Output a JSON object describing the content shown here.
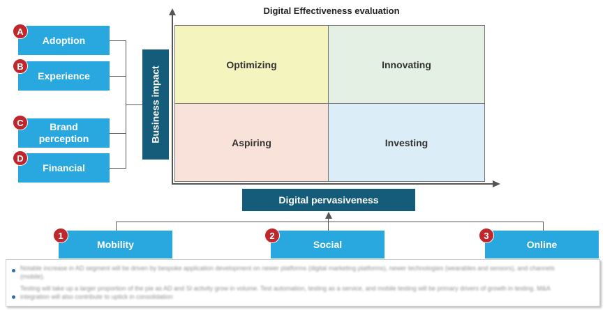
{
  "title": "Digital Effectiveness evaluation",
  "y_axis_label": "Business impact",
  "x_axis_label": "Digital pervasiveness",
  "quadrants": [
    {
      "label": "Optimizing",
      "color": "#f3f4be"
    },
    {
      "label": "Innovating",
      "color": "#e3f0e3"
    },
    {
      "label": "Aspiring",
      "color": "#f9e2da"
    },
    {
      "label": "Investing",
      "color": "#dbeef7"
    }
  ],
  "left_items": [
    {
      "badge": "A",
      "label": "Adoption"
    },
    {
      "badge": "B",
      "label": "Experience"
    },
    {
      "badge": "C",
      "label": "Brand perception"
    },
    {
      "badge": "D",
      "label": "Financial"
    }
  ],
  "bottom_items": [
    {
      "badge": "1",
      "label": "Mobility"
    },
    {
      "badge": "2",
      "label": "Social"
    },
    {
      "badge": "3",
      "label": "Online"
    }
  ],
  "notes": [
    "Notable increase in AD segment will be driven by bespoke application development on newer platforms (digital marketing platforms), newer technologies (wearables and sensors), and channels (mobile).",
    "Testing will take up a larger proportion of the pie as AD and SI activity grow in volume. Test automation, testing as a service, and mobile testing will be primary drivers of growth in testing. M&A integration will also contribute to uptick in consolidation"
  ],
  "colors": {
    "accent": "#29a8e0",
    "navy": "#145c7a",
    "badge": "#c0272d"
  }
}
